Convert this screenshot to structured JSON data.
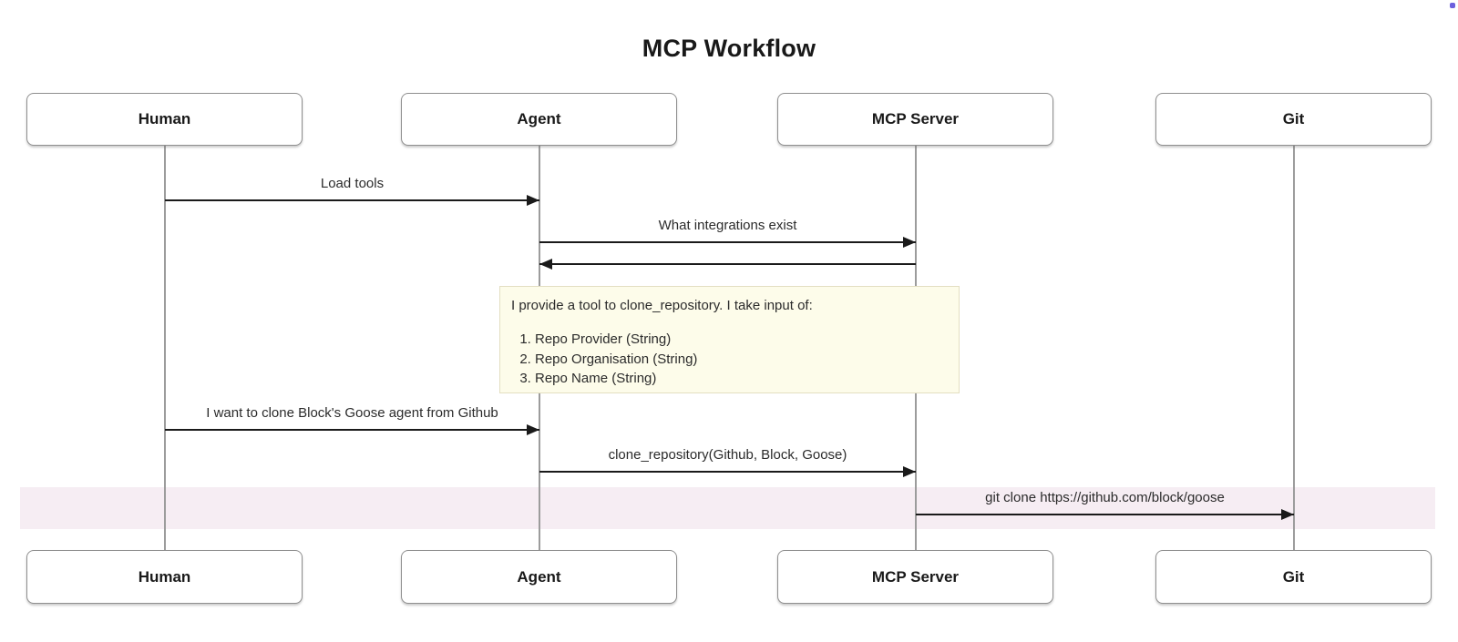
{
  "title": "MCP Workflow",
  "actors": [
    {
      "name": "Human"
    },
    {
      "name": "Agent"
    },
    {
      "name": "MCP Server"
    },
    {
      "name": "Git"
    }
  ],
  "messages": [
    {
      "from": "Human",
      "to": "Agent",
      "label": "Load tools"
    },
    {
      "from": "Agent",
      "to": "MCP Server",
      "label": "What integrations exist"
    },
    {
      "from": "MCP Server",
      "to": "Agent",
      "label": ""
    },
    {
      "from": "Human",
      "to": "Agent",
      "label": "I want to clone Block's Goose agent from Github"
    },
    {
      "from": "Agent",
      "to": "MCP Server",
      "label": "clone_repository(Github, Block, Goose)"
    },
    {
      "from": "MCP Server",
      "to": "Git",
      "label": "git clone https://github.com/block/goose"
    }
  ],
  "note": {
    "intro": "I provide a tool to clone_repository. I take input of:",
    "items": [
      "Repo Provider (String)",
      "Repo Organisation (String)",
      "Repo Name (String)"
    ]
  },
  "colors": {
    "text-dark": "#191919",
    "text-msg": "#2b2b2b",
    "arrow": "#1a1a1a",
    "actor-border": "#8f8f8f",
    "lifeline": "#9c9c9c",
    "band-pink": "#f6edf3",
    "note-bg": "#fdfcea",
    "note-border": "#e3dfc2",
    "dot-purple": "#6c5fdd"
  }
}
